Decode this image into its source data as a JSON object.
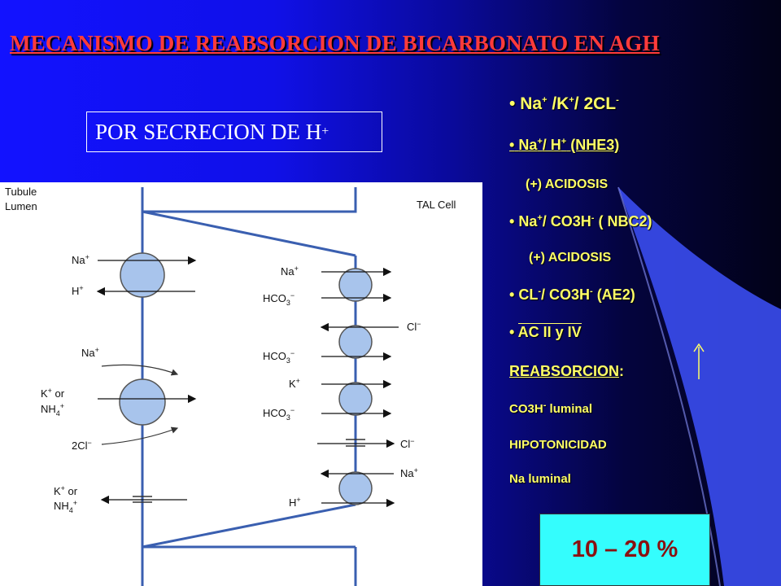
{
  "slide": {
    "title": "MECANISMO DE REABSORCION DE BICARBONATO EN AGH",
    "subtitle": {
      "text": "POR SECRECION DE H",
      "sup": "+"
    }
  },
  "diagram": {
    "left_labels": {
      "tubule": "Tubule",
      "lumen": "Lumen"
    },
    "right_label": "TAL Cell",
    "apical_ions": {
      "na1": "Na",
      "na1_sup": "+",
      "h1": "H",
      "h1_sup": "+",
      "na2": "Na",
      "na2_sup": "+",
      "k_or": "K",
      "k_or_sup": "+",
      "k_or_text": " or",
      "nh4": "NH",
      "nh4_sub": "4",
      "nh4_sup": "+",
      "cl2": "2Cl",
      "cl2_sup": "−",
      "k_or2": "K",
      "k_or2_sup": "+",
      "k_or2_text": " or",
      "nh4b": "NH",
      "nh4b_sub": "4",
      "nh4b_sup": "+"
    },
    "basolateral_ions": {
      "na": "Na",
      "na_sup": "+",
      "hco3a": "HCO",
      "hco3a_sub": "3",
      "hco3a_sup": "−",
      "cl_a": "Cl",
      "cl_a_sup": "−",
      "hco3b": "HCO",
      "hco3b_sub": "3",
      "hco3b_sup": "−",
      "k": "K",
      "k_sup": "+",
      "hco3c": "HCO",
      "hco3c_sub": "3",
      "hco3c_sup": "−",
      "cl_b": "Cl",
      "cl_b_sup": "−",
      "na_b": "Na",
      "na_b_sup": "+",
      "h": "H",
      "h_sup": "+"
    }
  },
  "bullets": {
    "b1": {
      "a": "Na",
      "a_sup": "+",
      "b": " /K",
      "b_sup": "+",
      "c": "/ 2CL",
      "c_sup": "-"
    },
    "b2": {
      "a": "Na",
      "a_sup": "+",
      "b": "/ H",
      "b_sup": "+",
      "c": " (NHE3)"
    },
    "b2_note": "(+) ACIDOSIS",
    "b3": {
      "a": "Na",
      "a_sup": "+",
      "b": "/ CO3H",
      "b_sup": "-",
      "c": " ( NBC2)"
    },
    "b3_note": "(+) ACIDOSIS",
    "b4": {
      "a": "CL",
      "a_sup": "-",
      "b": "/ CO3H",
      "b_sup": "-",
      "c": " (AE2)"
    },
    "b5": "AC  II y IV",
    "reabs_label": "REABSORCION",
    "reabs_colon": ":",
    "items": {
      "i1a": "CO3H",
      "i1_sup": "-",
      "i1b": " luminal",
      "i2": "HIPOTONICIDAD",
      "i3": "Na luminal"
    },
    "bullet_char": "•"
  },
  "percent": "10 – 20 %",
  "colors": {
    "title": "#ff3b3b",
    "bullets": "#ffff66",
    "percent_bg": "#34fdfd",
    "swoosh": "#3a4df0"
  }
}
